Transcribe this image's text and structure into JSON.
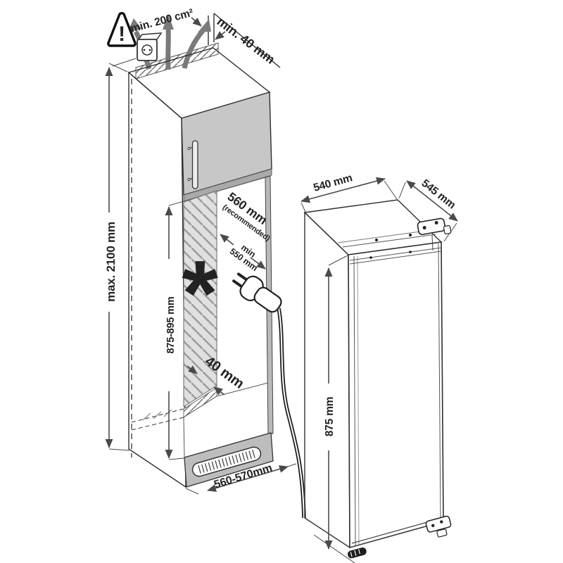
{
  "diagram_type": "built-in appliance niche installation diagram",
  "colors": {
    "line": "#2f2f2f",
    "text": "#232323",
    "door_gray": "#c7c7c7",
    "divider_gray": "#a9a9a9",
    "plinth_gray": "#bdbdbd",
    "stile_gray": "#b9b9b9",
    "hatch_bg": "#e0e0e0",
    "dimension_gray": "#4a4a4a",
    "airflow_gray": "#7a7a7a",
    "asterisk_gray": "#6e6e6e",
    "background": "#ffffff"
  },
  "niche": {
    "vent_area_label": "min. 200 cm²",
    "top_clearance_label": "min. 40 mm",
    "max_height_label": "max. 2100 mm",
    "inner_height_label": "875-895 mm",
    "depth_recommended_value": "560 mm",
    "depth_recommended_note": "(recommended)",
    "depth_min_word": "min",
    "depth_min_value": "550 mm",
    "rear_gap_label": "40 mm",
    "base_depth_label": "560-570mm",
    "footnote_marker": "*",
    "warning_mark": "!"
  },
  "appliance": {
    "width_label": "540 mm",
    "depth_label": "545 mm",
    "height_label": "875 mm"
  },
  "icons": {
    "warning": "warning-triangle-icon",
    "socket": "power-socket-icon",
    "airflow": "airflow-arrows-icon",
    "plug": "power-plug-icon",
    "asterisk": "asterisk-icon",
    "grille": "vent-grille-icon",
    "hinge": "door-hinge-icon",
    "foot": "appliance-foot-icon"
  }
}
